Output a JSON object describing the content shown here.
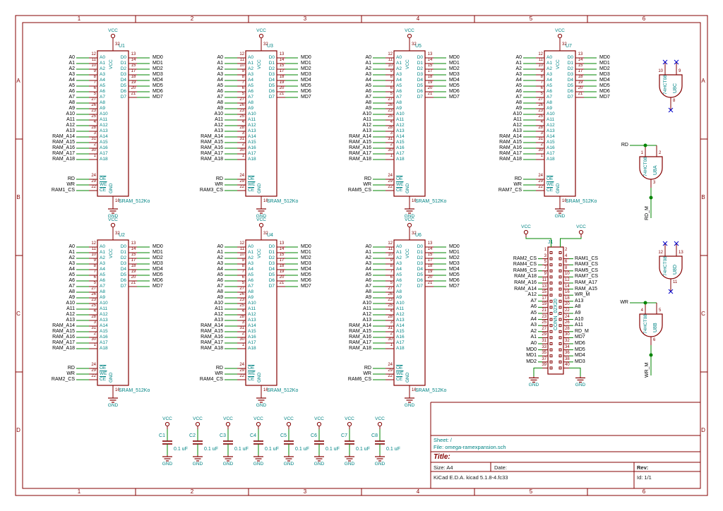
{
  "app": {
    "description": "KiCad EESchema schematic sheet"
  },
  "colors": {
    "frame": "#840000",
    "outline": "#840000",
    "pin_number": "#840000",
    "pin_name": "#008484",
    "ref_value": "#008484",
    "wire": "#008400",
    "label": "#000000",
    "power_text": "#008484",
    "noconnect": "#0000C8",
    "background": "#FFFFFF"
  },
  "frame": {
    "columns": [
      "1",
      "2",
      "3",
      "4",
      "5",
      "6"
    ],
    "rows": [
      "A",
      "B",
      "C",
      "D"
    ]
  },
  "title_block": {
    "sheet": "Sheet: /",
    "file": "File: omega-ramexpansion.sch",
    "title": "Title:",
    "size": "Size: A4",
    "date": "Date:",
    "rev": "Rev:",
    "kicad": "KiCad E.D.A.  kicad 5.1.8-4.fc33",
    "id": "Id: 1/1"
  },
  "power": {
    "vcc": "VCC",
    "gnd": "GND"
  },
  "sram_template": {
    "value": "SRAM_512Ko",
    "address_pins": [
      {
        "label": "A0",
        "num": "12",
        "name": "A0"
      },
      {
        "label": "A1",
        "num": "11",
        "name": "A1"
      },
      {
        "label": "A2",
        "num": "10",
        "name": "A2"
      },
      {
        "label": "A3",
        "num": "9",
        "name": "A3"
      },
      {
        "label": "A4",
        "num": "8",
        "name": "A4"
      },
      {
        "label": "A5",
        "num": "7",
        "name": "A5"
      },
      {
        "label": "A6",
        "num": "6",
        "name": "A6"
      },
      {
        "label": "A7",
        "num": "5",
        "name": "A7"
      },
      {
        "label": "A8",
        "num": "27",
        "name": "A8"
      },
      {
        "label": "A9",
        "num": "26",
        "name": "A9"
      },
      {
        "label": "A10",
        "num": "23",
        "name": "A10"
      },
      {
        "label": "A11",
        "num": "25",
        "name": "A11"
      },
      {
        "label": "A12",
        "num": "4",
        "name": "A12"
      },
      {
        "label": "A13",
        "num": "28",
        "name": "A13"
      },
      {
        "label": "RAM_A14",
        "num": "3",
        "name": "A14"
      },
      {
        "label": "RAM_A15",
        "num": "31",
        "name": "A15"
      },
      {
        "label": "RAM_A16",
        "num": "2",
        "name": "A16"
      },
      {
        "label": "RAM_A17",
        "num": "30",
        "name": "A17"
      },
      {
        "label": "RAM_A18",
        "num": "1",
        "name": "A18"
      }
    ],
    "control_pins": [
      {
        "label": "RD",
        "num": "24",
        "name": "OE"
      },
      {
        "label": "WR",
        "num": "29",
        "name": "WE"
      },
      {
        "label": "",
        "num": "22",
        "name": "CE"
      }
    ],
    "data_pins": [
      {
        "name": "D0",
        "num": "13",
        "label": "MD0"
      },
      {
        "name": "D1",
        "num": "14",
        "label": "MD1"
      },
      {
        "name": "D2",
        "num": "15",
        "label": "MD2"
      },
      {
        "name": "D3",
        "num": "17",
        "label": "MD3"
      },
      {
        "name": "D4",
        "num": "18",
        "label": "MD4"
      },
      {
        "name": "D5",
        "num": "19",
        "label": "MD5"
      },
      {
        "name": "D6",
        "num": "20",
        "label": "MD6"
      },
      {
        "name": "D7",
        "num": "21",
        "label": "MD7"
      }
    ],
    "vcc": {
      "name": "VCC",
      "num": "32"
    },
    "gnd": {
      "name": "GND",
      "num": "16"
    }
  },
  "sram_chips": [
    {
      "ref": "U1",
      "cs_label": "RAM1_CS"
    },
    {
      "ref": "U2",
      "cs_label": "RAM2_CS"
    },
    {
      "ref": "U3",
      "cs_label": "RAM3_CS"
    },
    {
      "ref": "U4",
      "cs_label": "RAM4_CS"
    },
    {
      "ref": "U5",
      "cs_label": "RAM5_CS"
    },
    {
      "ref": "U6",
      "cs_label": "RAM6_CS"
    },
    {
      "ref": "U7",
      "cs_label": "RAM7_CS"
    }
  ],
  "connector": {
    "ref": "J1",
    "value": "CONN_02X20",
    "rows": [
      {
        "left_label": "",
        "left_num": "1",
        "right_num": "2",
        "right_label": "",
        "left_net": "VCC",
        "right_net": "VCC"
      },
      {
        "left_label": "RAM2_CS",
        "left_num": "3",
        "right_num": "4",
        "right_label": "RAM1_CS"
      },
      {
        "left_label": "RAM4_CS",
        "left_num": "5",
        "right_num": "6",
        "right_label": "RAM3_CS"
      },
      {
        "left_label": "RAM6_CS",
        "left_num": "7",
        "right_num": "8",
        "right_label": "RAM5_CS"
      },
      {
        "left_label": "RAM_A18",
        "left_num": "9",
        "right_num": "10",
        "right_label": "RAM7_CS"
      },
      {
        "left_label": "RAM_A16",
        "left_num": "11",
        "right_num": "12",
        "right_label": "RAM_A17"
      },
      {
        "left_label": "RAM_A14",
        "left_num": "13",
        "right_num": "14",
        "right_label": "RAM_A15"
      },
      {
        "left_label": "A12",
        "left_num": "15",
        "right_num": "16",
        "right_label": "WR_M"
      },
      {
        "left_label": "A7",
        "left_num": "17",
        "right_num": "18",
        "right_label": "A13"
      },
      {
        "left_label": "A6",
        "left_num": "19",
        "right_num": "20",
        "right_label": "A8"
      },
      {
        "left_label": "A5",
        "left_num": "21",
        "right_num": "22",
        "right_label": "A9"
      },
      {
        "left_label": "A4",
        "left_num": "23",
        "right_num": "24",
        "right_label": "A10"
      },
      {
        "left_label": "A3",
        "left_num": "25",
        "right_num": "26",
        "right_label": "A11"
      },
      {
        "left_label": "A2",
        "left_num": "27",
        "right_num": "28",
        "right_label": "RD_M"
      },
      {
        "left_label": "A1",
        "left_num": "29",
        "right_num": "30",
        "right_label": "MD7"
      },
      {
        "left_label": "A0",
        "left_num": "31",
        "right_num": "32",
        "right_label": "MD6"
      },
      {
        "left_label": "MD0",
        "left_num": "33",
        "right_num": "34",
        "right_label": "MD5"
      },
      {
        "left_label": "MD1",
        "left_num": "35",
        "right_num": "36",
        "right_label": "MD4"
      },
      {
        "left_label": "MD2",
        "left_num": "37",
        "right_num": "38",
        "right_label": "MD3"
      },
      {
        "left_label": "",
        "left_num": "39",
        "right_num": "40",
        "right_label": "",
        "left_net": "GND",
        "right_net": "GND"
      }
    ]
  },
  "gates": {
    "value": "74HCT08",
    "items": [
      {
        "ref": "U8C",
        "input_pins": [
          "10",
          "9"
        ],
        "output_pin": "8",
        "unconnected": true
      },
      {
        "ref": "U8A",
        "input_pins": [
          "1",
          "2"
        ],
        "output_pin": "3",
        "input_label": "RD",
        "output_label": "RD_M"
      },
      {
        "ref": "U8D",
        "input_pins": [
          "12",
          "13"
        ],
        "output_pin": "11",
        "unconnected": true
      },
      {
        "ref": "U8B",
        "input_pins": [
          "4",
          "5"
        ],
        "output_pin": "6",
        "input_label": "WR",
        "output_label": "WR_M"
      }
    ]
  },
  "capacitors": {
    "value": "0.1 uF",
    "items": [
      "C1",
      "C2",
      "C3",
      "C4",
      "C5",
      "C6",
      "C7",
      "C8"
    ],
    "top_net": "VCC",
    "bottom_net": "GND"
  }
}
